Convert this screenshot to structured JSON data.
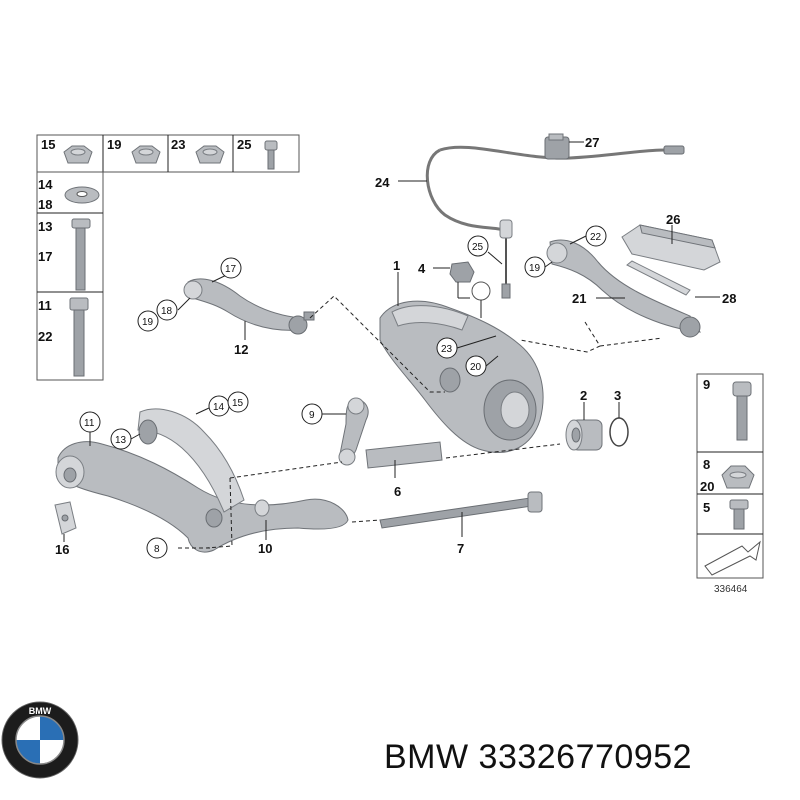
{
  "brand": "BMW",
  "part_number": "33326770952",
  "drawing_ref": "336464",
  "logo_letters": "BMW",
  "logo_colors": {
    "ring": "#1c1c1c",
    "blue": "#2a6fb5",
    "white": "#ffffff"
  },
  "fastener_table_top": [
    "15",
    "19",
    "23",
    "25"
  ],
  "fastener_table_left": [
    [
      "14",
      "18"
    ],
    [
      "13",
      "17"
    ],
    [
      "11",
      "22"
    ]
  ],
  "fastener_table_right": [
    [
      "9"
    ],
    [
      "8",
      "20"
    ],
    [
      "5"
    ]
  ],
  "callouts_plain": [
    "1",
    "2",
    "3",
    "4",
    "5",
    "6",
    "7",
    "10",
    "12",
    "16",
    "21",
    "24",
    "26",
    "27",
    "28"
  ],
  "callouts_circled": [
    "8",
    "9",
    "11",
    "13",
    "14",
    "15",
    "17",
    "18",
    "19",
    "19",
    "20",
    "22",
    "23",
    "25"
  ]
}
